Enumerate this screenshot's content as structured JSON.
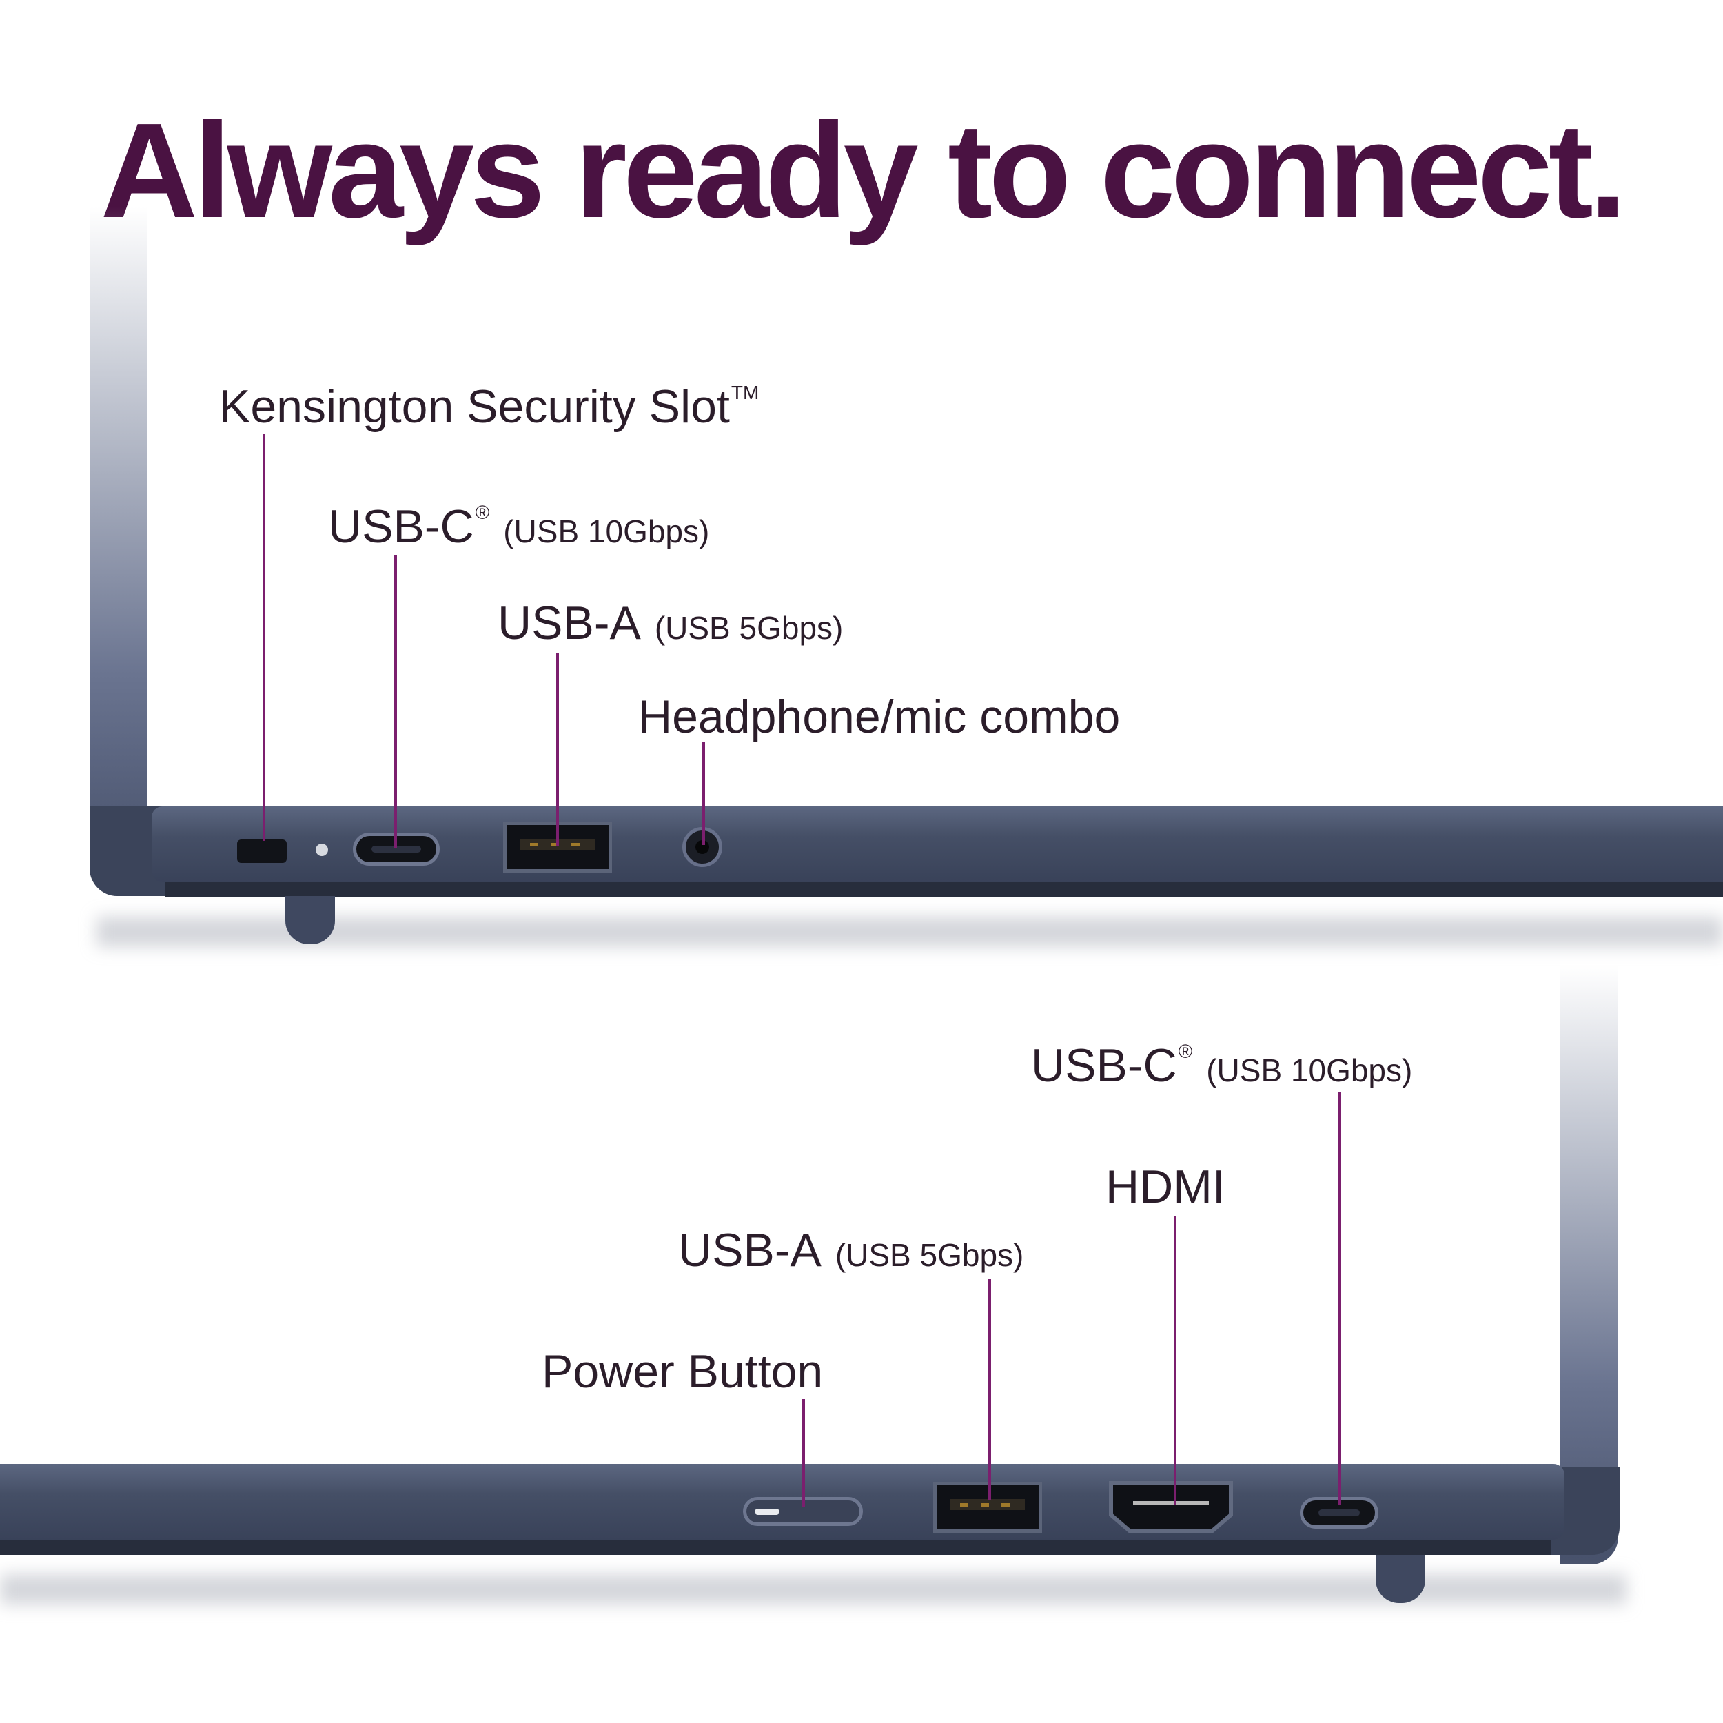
{
  "headline": "Always ready to connect.",
  "colors": {
    "headline": "#4a1242",
    "label_text": "#2b1d2a",
    "leader": "#7b1f6e",
    "chassis": "#454f66",
    "chassis_dark": "#313a4f",
    "chassis_light": "#5c6781",
    "port_dark": "#16191f"
  },
  "left_side": {
    "ports": [
      {
        "name": "Kensington Security Slot",
        "mark": "TM",
        "spec": "",
        "icon": "lock-slot-icon"
      },
      {
        "name": "USB-C",
        "mark": "®",
        "spec": "(USB 10Gbps)",
        "icon": "usb-c-port-icon"
      },
      {
        "name": "USB-A",
        "mark": "",
        "spec": "(USB 5Gbps)",
        "icon": "usb-a-port-icon"
      },
      {
        "name": "Headphone/mic combo",
        "mark": "",
        "spec": "",
        "icon": "audio-jack-icon"
      }
    ]
  },
  "right_side": {
    "ports": [
      {
        "name": "USB-C",
        "mark": "®",
        "spec": "(USB 10Gbps)",
        "icon": "usb-c-port-icon"
      },
      {
        "name": "HDMI",
        "mark": "",
        "spec": "",
        "icon": "hdmi-port-icon"
      },
      {
        "name": "USB-A",
        "mark": "",
        "spec": "(USB 5Gbps)",
        "icon": "usb-a-port-icon"
      },
      {
        "name": "Power Button",
        "mark": "",
        "spec": "",
        "icon": "power-button-icon"
      }
    ]
  }
}
